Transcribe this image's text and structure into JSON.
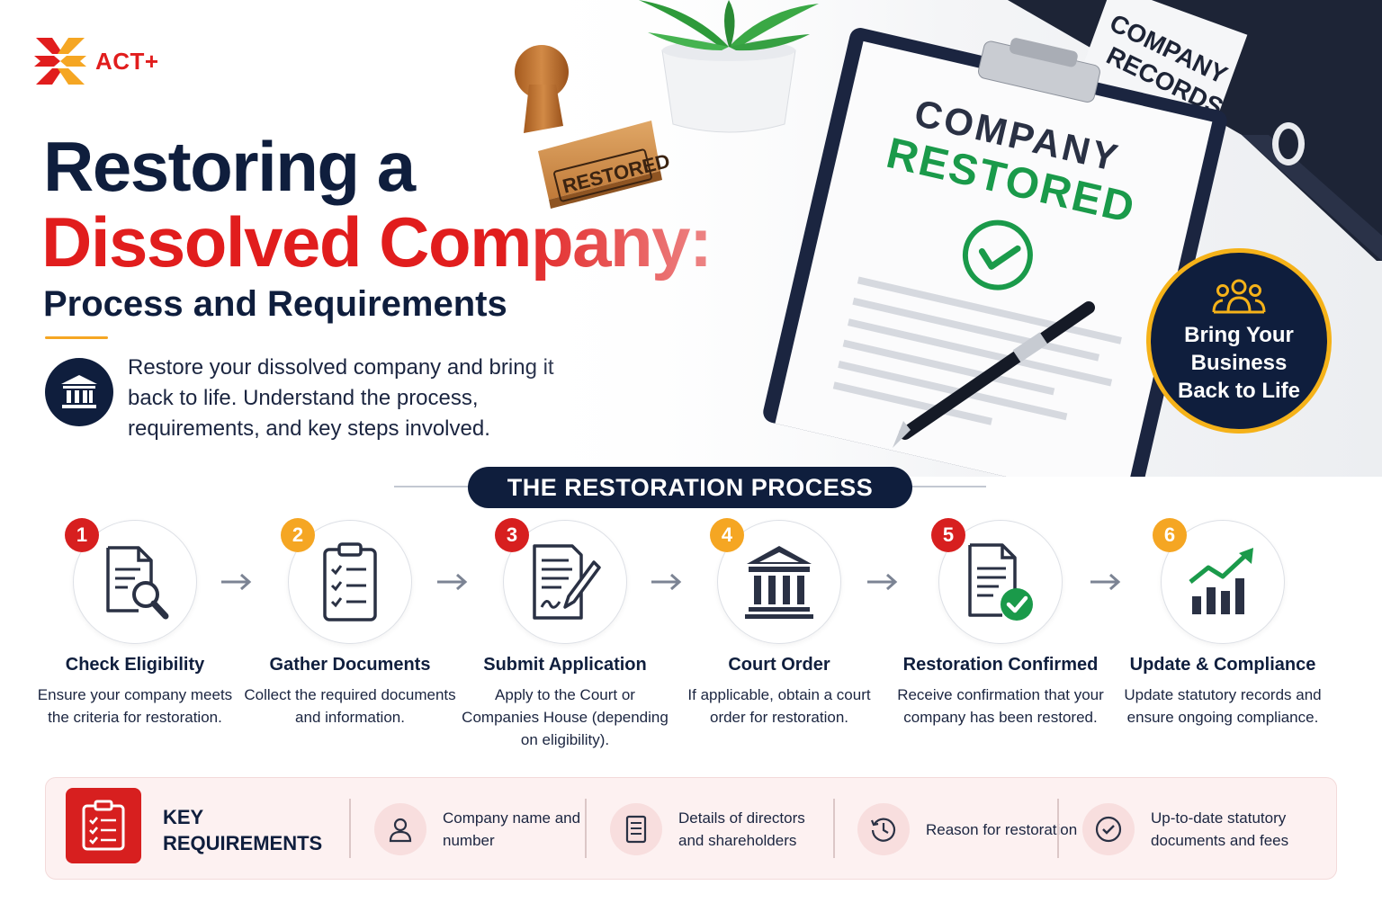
{
  "logo": {
    "brand": "ACT+"
  },
  "headline": {
    "line1": "Restoring a",
    "line2": "Dissolved Company:",
    "line3": "Process and Requirements"
  },
  "intro": {
    "text": "Restore your dissolved company and bring it back to life. Understand the process, requirements, and key steps involved."
  },
  "hero": {
    "binder_label_1": "COMPANY",
    "binder_label_2": "RECORDS",
    "stamp_text": "RESTORED",
    "document_line1": "COMPANY",
    "document_line2": "RESTORED"
  },
  "badge": {
    "line1": "Bring Your",
    "line2": "Business",
    "line3": "Back to Life"
  },
  "section": {
    "title": "THE RESTORATION PROCESS"
  },
  "steps": [
    {
      "num": "1",
      "title": "Check Eligibility",
      "desc": "Ensure your company meets the criteria for restoration.",
      "icon": "document-search-icon"
    },
    {
      "num": "2",
      "title": "Gather Documents",
      "desc": "Collect the required documents and information.",
      "icon": "clipboard-checklist-icon"
    },
    {
      "num": "3",
      "title": "Submit Application",
      "desc": "Apply to the Court or Companies House (depending on eligibility).",
      "icon": "document-pen-icon"
    },
    {
      "num": "4",
      "title": "Court Order",
      "desc": "If applicable, obtain a court order for restoration.",
      "icon": "courthouse-icon"
    },
    {
      "num": "5",
      "title": "Restoration Confirmed",
      "desc": "Receive confirmation that your company has been restored.",
      "icon": "document-check-icon"
    },
    {
      "num": "6",
      "title": "Update & Compliance",
      "desc": "Update statutory records and ensure ongoing compliance.",
      "icon": "growth-chart-icon"
    }
  ],
  "requirements": {
    "title_line1": "KEY",
    "title_line2": "REQUIREMENTS",
    "items": [
      {
        "label": "Company name and number",
        "icon": "person-icon"
      },
      {
        "label": "Details of directors and shareholders",
        "icon": "document-icon"
      },
      {
        "label": "Reason for restoration",
        "icon": "clock-icon"
      },
      {
        "label": "Up-to-date statutory documents and fees",
        "icon": "check-circle-icon"
      }
    ]
  },
  "colors": {
    "navy": "#0f1e3d",
    "red": "#e11d1d",
    "orange": "#f5a623",
    "green": "#1a9a4a"
  }
}
